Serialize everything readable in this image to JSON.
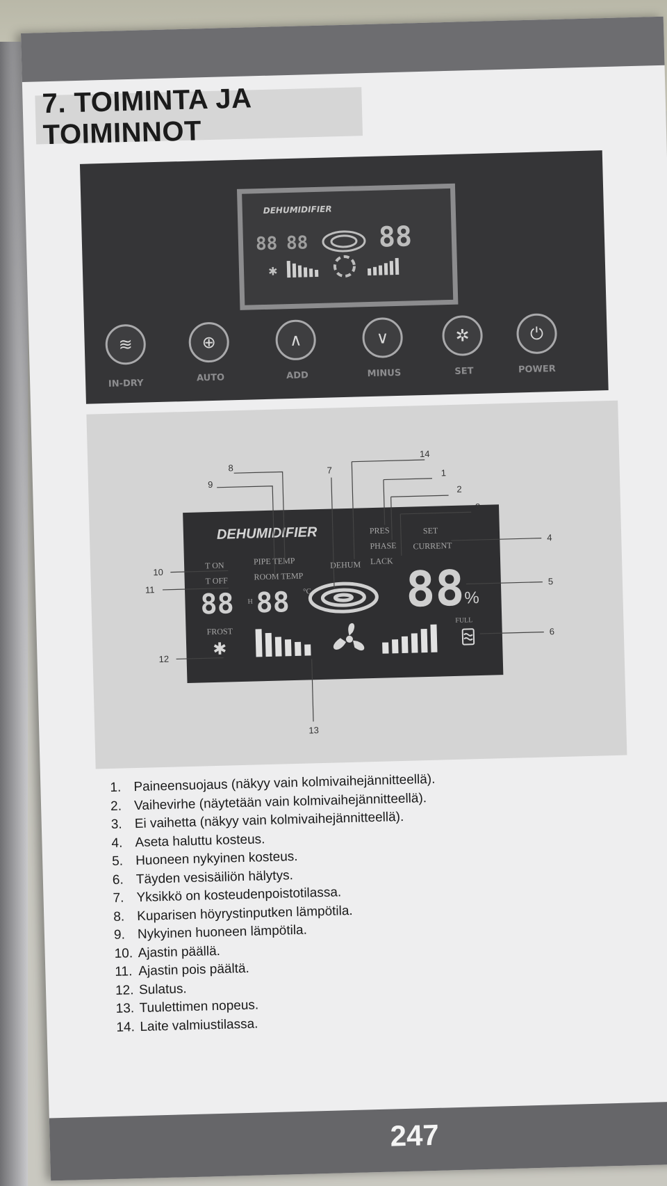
{
  "heading": "7. TOIMINTA JA TOIMINNOT",
  "panel": {
    "display_title": "DEHUMIDIFIER",
    "buttons": [
      {
        "label": "IN-DRY",
        "icon": "heat-waves-icon"
      },
      {
        "label": "AUTO",
        "icon": "plus-circle-icon"
      },
      {
        "label": "ADD",
        "icon": "chevron-up-icon"
      },
      {
        "label": "MINUS",
        "icon": "chevron-down-icon"
      },
      {
        "label": "SET",
        "icon": "gear-icon"
      },
      {
        "label": "POWER",
        "icon": "power-icon"
      }
    ]
  },
  "lcd": {
    "title": "DEHUMIDIFIER",
    "t_on": "T ON",
    "t_off": "T OFF",
    "pipe_temp": "PIPE TEMP",
    "room_temp": "ROOM TEMP",
    "dehum": "DEHUM",
    "pres": "PRES",
    "phase": "PHASE",
    "lack": "LACK",
    "set": "SET",
    "current": "CURRENT",
    "frost": "FROST",
    "full": "FULL",
    "digits": "88",
    "hour_unit": "H",
    "temp_unit": "°C",
    "percent": "%"
  },
  "callouts": [
    "1",
    "2",
    "3",
    "4",
    "5",
    "6",
    "7",
    "8",
    "9",
    "10",
    "11",
    "12",
    "13",
    "14"
  ],
  "legend": [
    {
      "num": "1.",
      "text": "Paineensuojaus (näkyy vain kolmivaihejännitteellä)."
    },
    {
      "num": "2.",
      "text": "Vaihevirhe (näytetään vain kolmivaihejännitteellä)."
    },
    {
      "num": "3.",
      "text": "Ei vaihetta (näkyy vain kolmivaihejännitteellä)."
    },
    {
      "num": "4.",
      "text": "Aseta haluttu kosteus."
    },
    {
      "num": "5.",
      "text": "Huoneen nykyinen kosteus."
    },
    {
      "num": "6.",
      "text": "Täyden vesisäiliön hälytys."
    },
    {
      "num": "7.",
      "text": "Yksikkö on kosteudenpoistotilassa."
    },
    {
      "num": "8.",
      "text": "Kuparisen höyrystinputken lämpötila."
    },
    {
      "num": "9.",
      "text": "Nykyinen huoneen lämpötila."
    },
    {
      "num": "10.",
      "text": "Ajastin päällä."
    },
    {
      "num": "11.",
      "text": "Ajastin pois päältä."
    },
    {
      "num": "12.",
      "text": "Sulatus."
    },
    {
      "num": "13.",
      "text": "Tuulettimen nopeus."
    },
    {
      "num": "14.",
      "text": "Laite valmiustilassa."
    }
  ],
  "page_number": "247"
}
